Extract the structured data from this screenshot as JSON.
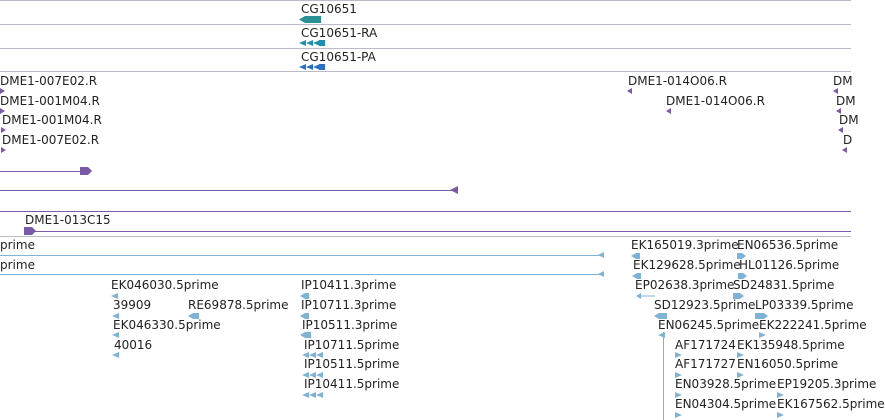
{
  "colors": {
    "gene": "#2b8f96",
    "transcript": "#1f8fb0",
    "protein": "#2e6fc6",
    "clone": "#7a5aa6",
    "est": "#7fb3d5",
    "separator": "#b8bcc4"
  },
  "gene_track": {
    "gene_label": "CG10651",
    "transcript_label": "CG10651-RA",
    "protein_label": "CG10651-PA"
  },
  "clone_ends": [
    {
      "label": "DME1-007E02.R"
    },
    {
      "label": "DME1-001M04.R"
    },
    {
      "label": "DME1-001M04.R"
    },
    {
      "label": "DME1-007E02.R"
    },
    {
      "label": "DME1-014O06.R"
    },
    {
      "label": "DME1-014O06.R"
    },
    {
      "label": "DM"
    },
    {
      "label": "DM"
    },
    {
      "label": "DM"
    },
    {
      "label": "D"
    }
  ],
  "bac_clone": {
    "label": "DME1-013C15"
  },
  "est_labels": {
    "left_row1": "prime",
    "left_row2": "prime",
    "r1": [
      "EK165019.3prime",
      "EN06536.5prime"
    ],
    "r2": [
      "EK129628.5prime",
      "HL01126.5prime"
    ],
    "r3": [
      "EP02638.3prime",
      "SD24831.5prime"
    ],
    "r4": [
      "SD12923.5prime",
      "LP03339.5prime"
    ],
    "r5": [
      "EN06245.5prime",
      "EK222241.5prime"
    ],
    "r6": [
      "AF171724",
      "EK135948.5prime"
    ],
    "r7": [
      "AF171727",
      "EN16050.5prime"
    ],
    "r8": [
      "EN03928.5prime",
      "EP19205.3prime"
    ],
    "r9": [
      "EN04304.5prime",
      "EK167562.5prime"
    ],
    "mid_a": [
      "EK046030.5prime",
      "39909",
      "RE69878.5prime",
      "EK046330.5prime",
      "40016"
    ],
    "mid_b": [
      "IP10411.3prime",
      "IP10711.3prime",
      "IP10511.3prime",
      "IP10711.5prime",
      "IP10511.5prime",
      "IP10411.5prime"
    ]
  }
}
